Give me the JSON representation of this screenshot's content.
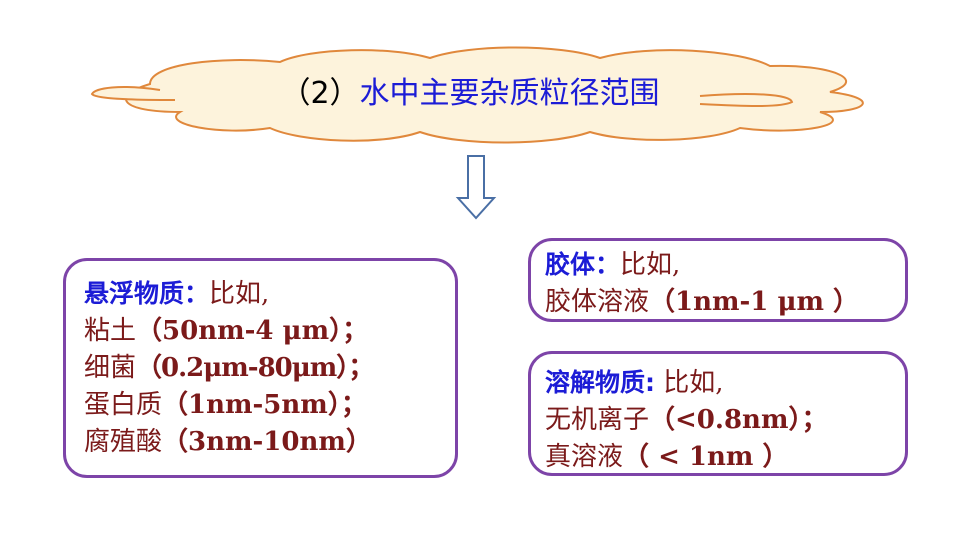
{
  "title": {
    "prefix": "（2）",
    "text": "水中主要杂质粒径范围"
  },
  "icons": {
    "arrow": "down-arrow-icon",
    "cloud": "cloud-shape"
  },
  "colors": {
    "title_blue": "#1c1cd6",
    "heading_blue": "#1c1cd6",
    "body_red": "#7b1a1a",
    "box_border": "#7d44a8",
    "cloud_fill": "#fdf3dc",
    "cloud_stroke": "#e0883c",
    "arrow_stroke": "#4a6fa5"
  },
  "suspended": {
    "heading": "悬浮物质：",
    "heading_rest": "比如,",
    "items": [
      {
        "name": "粘土",
        "range": "（50nm-4 μm）；"
      },
      {
        "name": "细菌",
        "range": "（0.2μm-80μm）；"
      },
      {
        "name": "蛋白质",
        "range": "（1nm-5nm）；"
      },
      {
        "name": "腐殖酸",
        "range": "（3nm-10nm）"
      }
    ]
  },
  "colloid": {
    "heading": "胶体：",
    "heading_rest": "比如,",
    "items": [
      {
        "name": "胶体溶液",
        "range": "（1nm-1 μm ）"
      }
    ]
  },
  "dissolved": {
    "heading": "溶解物质:",
    "heading_rest": " 比如,",
    "items": [
      {
        "name": "无机离子",
        "range": "（<0.8nm）；"
      },
      {
        "name": "真溶液",
        "range": "（ < 1nm ）"
      }
    ]
  }
}
